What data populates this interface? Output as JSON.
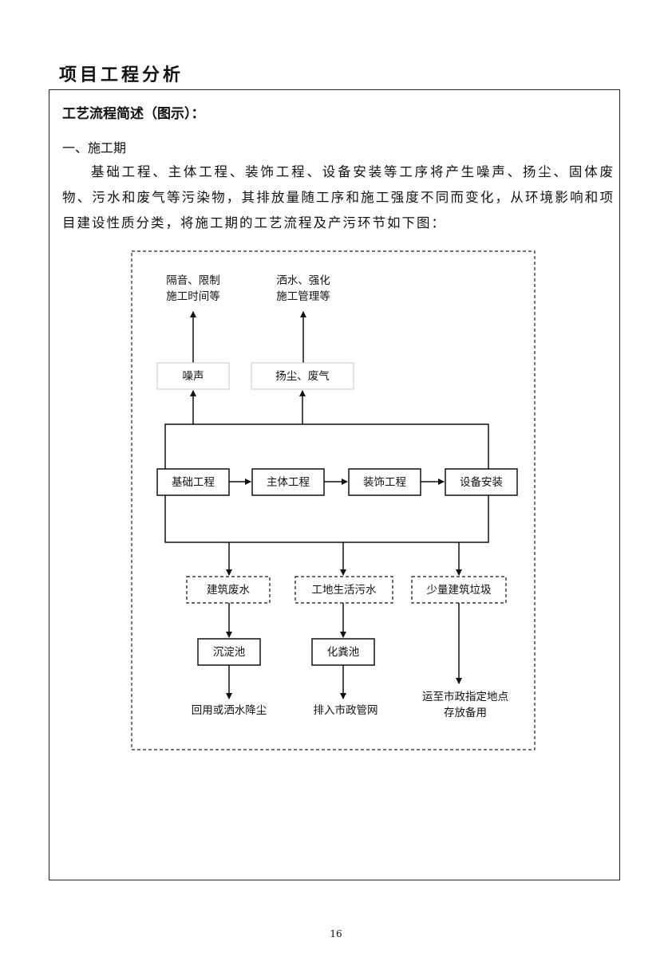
{
  "page_title": "项目工程分析",
  "section_heading": "工艺流程简述（图示）：",
  "subsection_heading": "一、施工期",
  "paragraph": "基础工程、主体工程、装饰工程、设备安装等工序将产生噪声、扬尘、固体废物、污水和废气等污染物，其排放量随工序和施工强度不同而变化，从环境影响和项目建设性质分类，将施工期的工艺流程及产污环节如下图：",
  "diagram": {
    "process_steps": [
      "基础工程",
      "主体工程",
      "装饰工程",
      "设备安装"
    ],
    "top_emissions": {
      "noise": {
        "label": "噪声",
        "measure_line1": "隔音、限制",
        "measure_line2": "施工时间等"
      },
      "dust": {
        "label": "扬尘、废气",
        "measure_line1": "洒水、强化",
        "measure_line2": "施工管理等"
      }
    },
    "bottom_outputs": {
      "wastewater": {
        "label": "建筑废水",
        "treatment": "沉淀池",
        "destination": "回用或洒水降尘"
      },
      "sewage": {
        "label": "工地生活污水",
        "treatment": "化粪池",
        "destination": "排入市政管网"
      },
      "waste": {
        "label": "少量建筑垃圾",
        "destination_line1": "运至市政指定地点",
        "destination_line2": "存放备用"
      }
    }
  },
  "page_number": "16"
}
